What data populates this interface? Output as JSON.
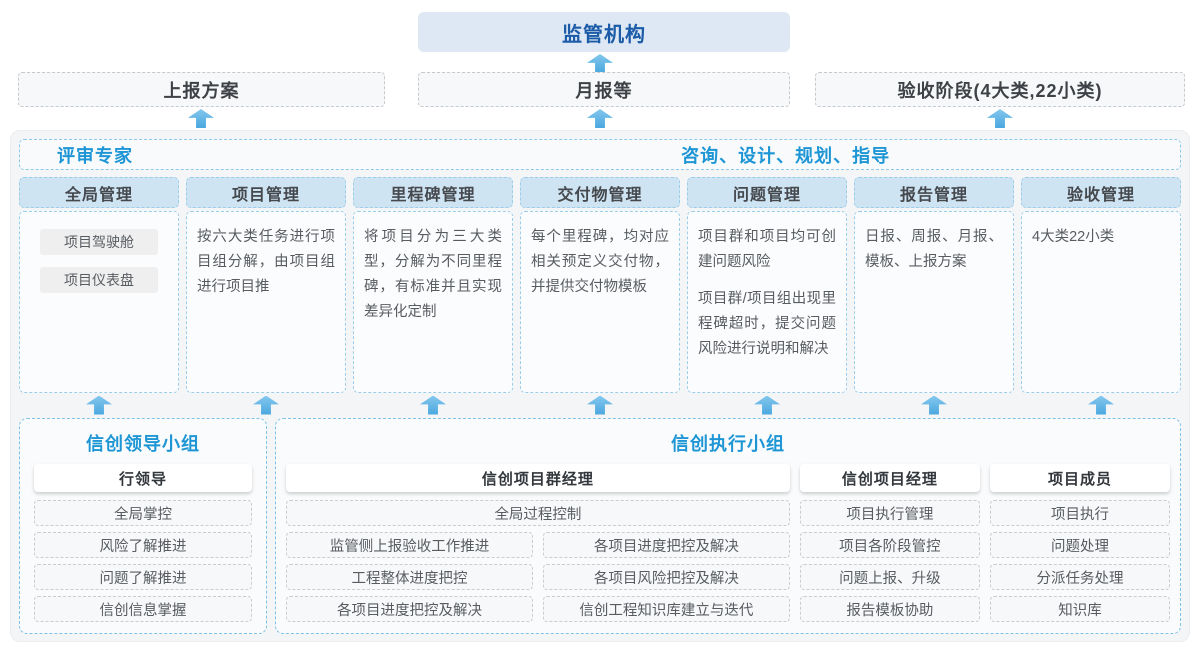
{
  "colors": {
    "title_blue": "#1e96d5",
    "regulator_navy": "#1b5ba7",
    "arrow_blue": "#4aa7de",
    "column_header_fill": "#cfe4f3",
    "dashed_blue": "#8ec7e8",
    "container_fill": "#f4f5f6"
  },
  "top": {
    "regulator": "监管机构"
  },
  "report_row": {
    "plan": "上报方案",
    "monthly": "月报等",
    "acceptance": "验收阶段(4大类,22小类)"
  },
  "band": {
    "left_title": "评审专家",
    "right_title": "咨询、设计、规划、指导"
  },
  "columns": [
    {
      "header": "全局管理",
      "pills": [
        "项目驾驶舱",
        "项目仪表盘"
      ]
    },
    {
      "header": "项目管理",
      "paragraphs": [
        "按六大类任务进行项目组分解，由项目组进行项目推"
      ]
    },
    {
      "header": "里程碑管理",
      "paragraphs": [
        "将项目分为三大类型，分解为不同里程碑，有标准并且实现差异化定制"
      ]
    },
    {
      "header": "交付物管理",
      "paragraphs": [
        "每个里程碑，均对应相关预定义交付物，并提供交付物模板"
      ]
    },
    {
      "header": "问题管理",
      "paragraphs": [
        "项目群和项目均可创建问题风险",
        "项目群/项目组出现里程碑超时，提交问题风险进行说明和解决"
      ]
    },
    {
      "header": "报告管理",
      "paragraphs": [
        "日报、周报、月报、模板、上报方案"
      ]
    },
    {
      "header": "验收管理",
      "paragraphs": [
        "4大类22小类"
      ]
    }
  ],
  "leader_group": {
    "title": "信创领导小组",
    "role": "行领导",
    "items": [
      "全局掌控",
      "风险了解推进",
      "问题了解推进",
      "信创信息掌握"
    ]
  },
  "exec_group": {
    "title": "信创执行小组",
    "program_manager": {
      "role": "信创项目群经理",
      "full_item": "全局过程控制",
      "left_items": [
        "监管侧上报验收工作推进",
        "工程整体进度把控",
        "各项目进度把控及解决"
      ],
      "right_items": [
        "各项目进度把控及解决",
        "各项目风险把控及解决",
        "信创工程知识库建立与迭代"
      ]
    },
    "project_manager": {
      "role": "信创项目经理",
      "items": [
        "项目执行管理",
        "项目各阶段管控",
        "问题上报、升级",
        "报告模板协助"
      ]
    },
    "member": {
      "role": "项目成员",
      "items": [
        "项目执行",
        "问题处理",
        "分派任务处理",
        "知识库"
      ]
    }
  }
}
